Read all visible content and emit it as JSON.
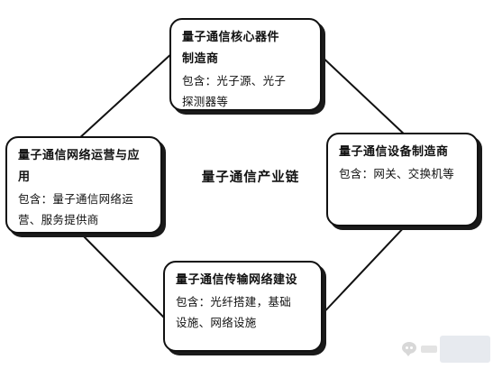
{
  "diagram": {
    "center_title": "量子通信产业链",
    "nodes": {
      "core_devices": {
        "title_line1": "量子通信核心器件",
        "title_line2": "制造商",
        "desc_line1": "包含：光子源、光子",
        "desc_line2": "探测器等"
      },
      "equipment": {
        "title_line1": "量子通信设备制造商",
        "desc_line1": "包含：网关、交换机等"
      },
      "transmission": {
        "title_line1": "量子通信传输网络建设",
        "desc_line1": "包含：光纤搭建，基础",
        "desc_line2": "设施、网络设施"
      },
      "operation": {
        "title_line1": "量子通信网络运营与应",
        "title_line2": "用",
        "desc_line1": "包含：量子通信网络运",
        "desc_line2": "营、服务提供商"
      }
    },
    "colors": {
      "stroke": "#111111",
      "fill": "#ffffff",
      "text": "#111111"
    }
  }
}
